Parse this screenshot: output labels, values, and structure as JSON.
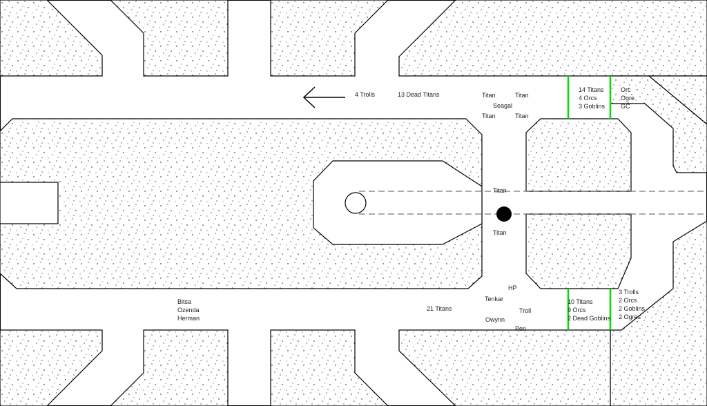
{
  "colors": {
    "background": "#ffffff",
    "wall_outline": "#000000",
    "stipple": "#000000",
    "door_marker": "#00dd00",
    "label_text": "#222222",
    "dashed_line": "#555555"
  },
  "icons": {
    "direction": "left-arrow-icon",
    "open_circle": "open-circle-marker",
    "filled_circle": "filled-circle-marker"
  },
  "labels": {
    "trolls_4": "4 Trolls",
    "dead_titans_13": "13 Dead Titans",
    "titan_a": "Titan",
    "titan_b": "Titan",
    "seagal": "Seagal",
    "titan_c": "Titan",
    "titan_d": "Titan",
    "titan_e": "Titan",
    "titan_f": "Titan",
    "group_ne": [
      "14 Titans",
      "4 Orcs",
      "3 Goblins"
    ],
    "group_ne_right": [
      "Orc",
      "Ogre",
      "GC"
    ],
    "party_left": [
      "Bitsa",
      "Ozenda",
      "Herman"
    ],
    "titans_21": "21 Titans",
    "hp": "HP",
    "tenkar": "Tenkar",
    "troll": "Troll",
    "owynn": "Owynn",
    "pen": "Pen",
    "group_se": [
      "10 Titans",
      "9 Orcs",
      "2 Dead Goblins"
    ],
    "group_se_right": [
      "3 Trolls",
      "2 Orcs",
      "2 Goblins",
      "2 Ogres"
    ]
  }
}
